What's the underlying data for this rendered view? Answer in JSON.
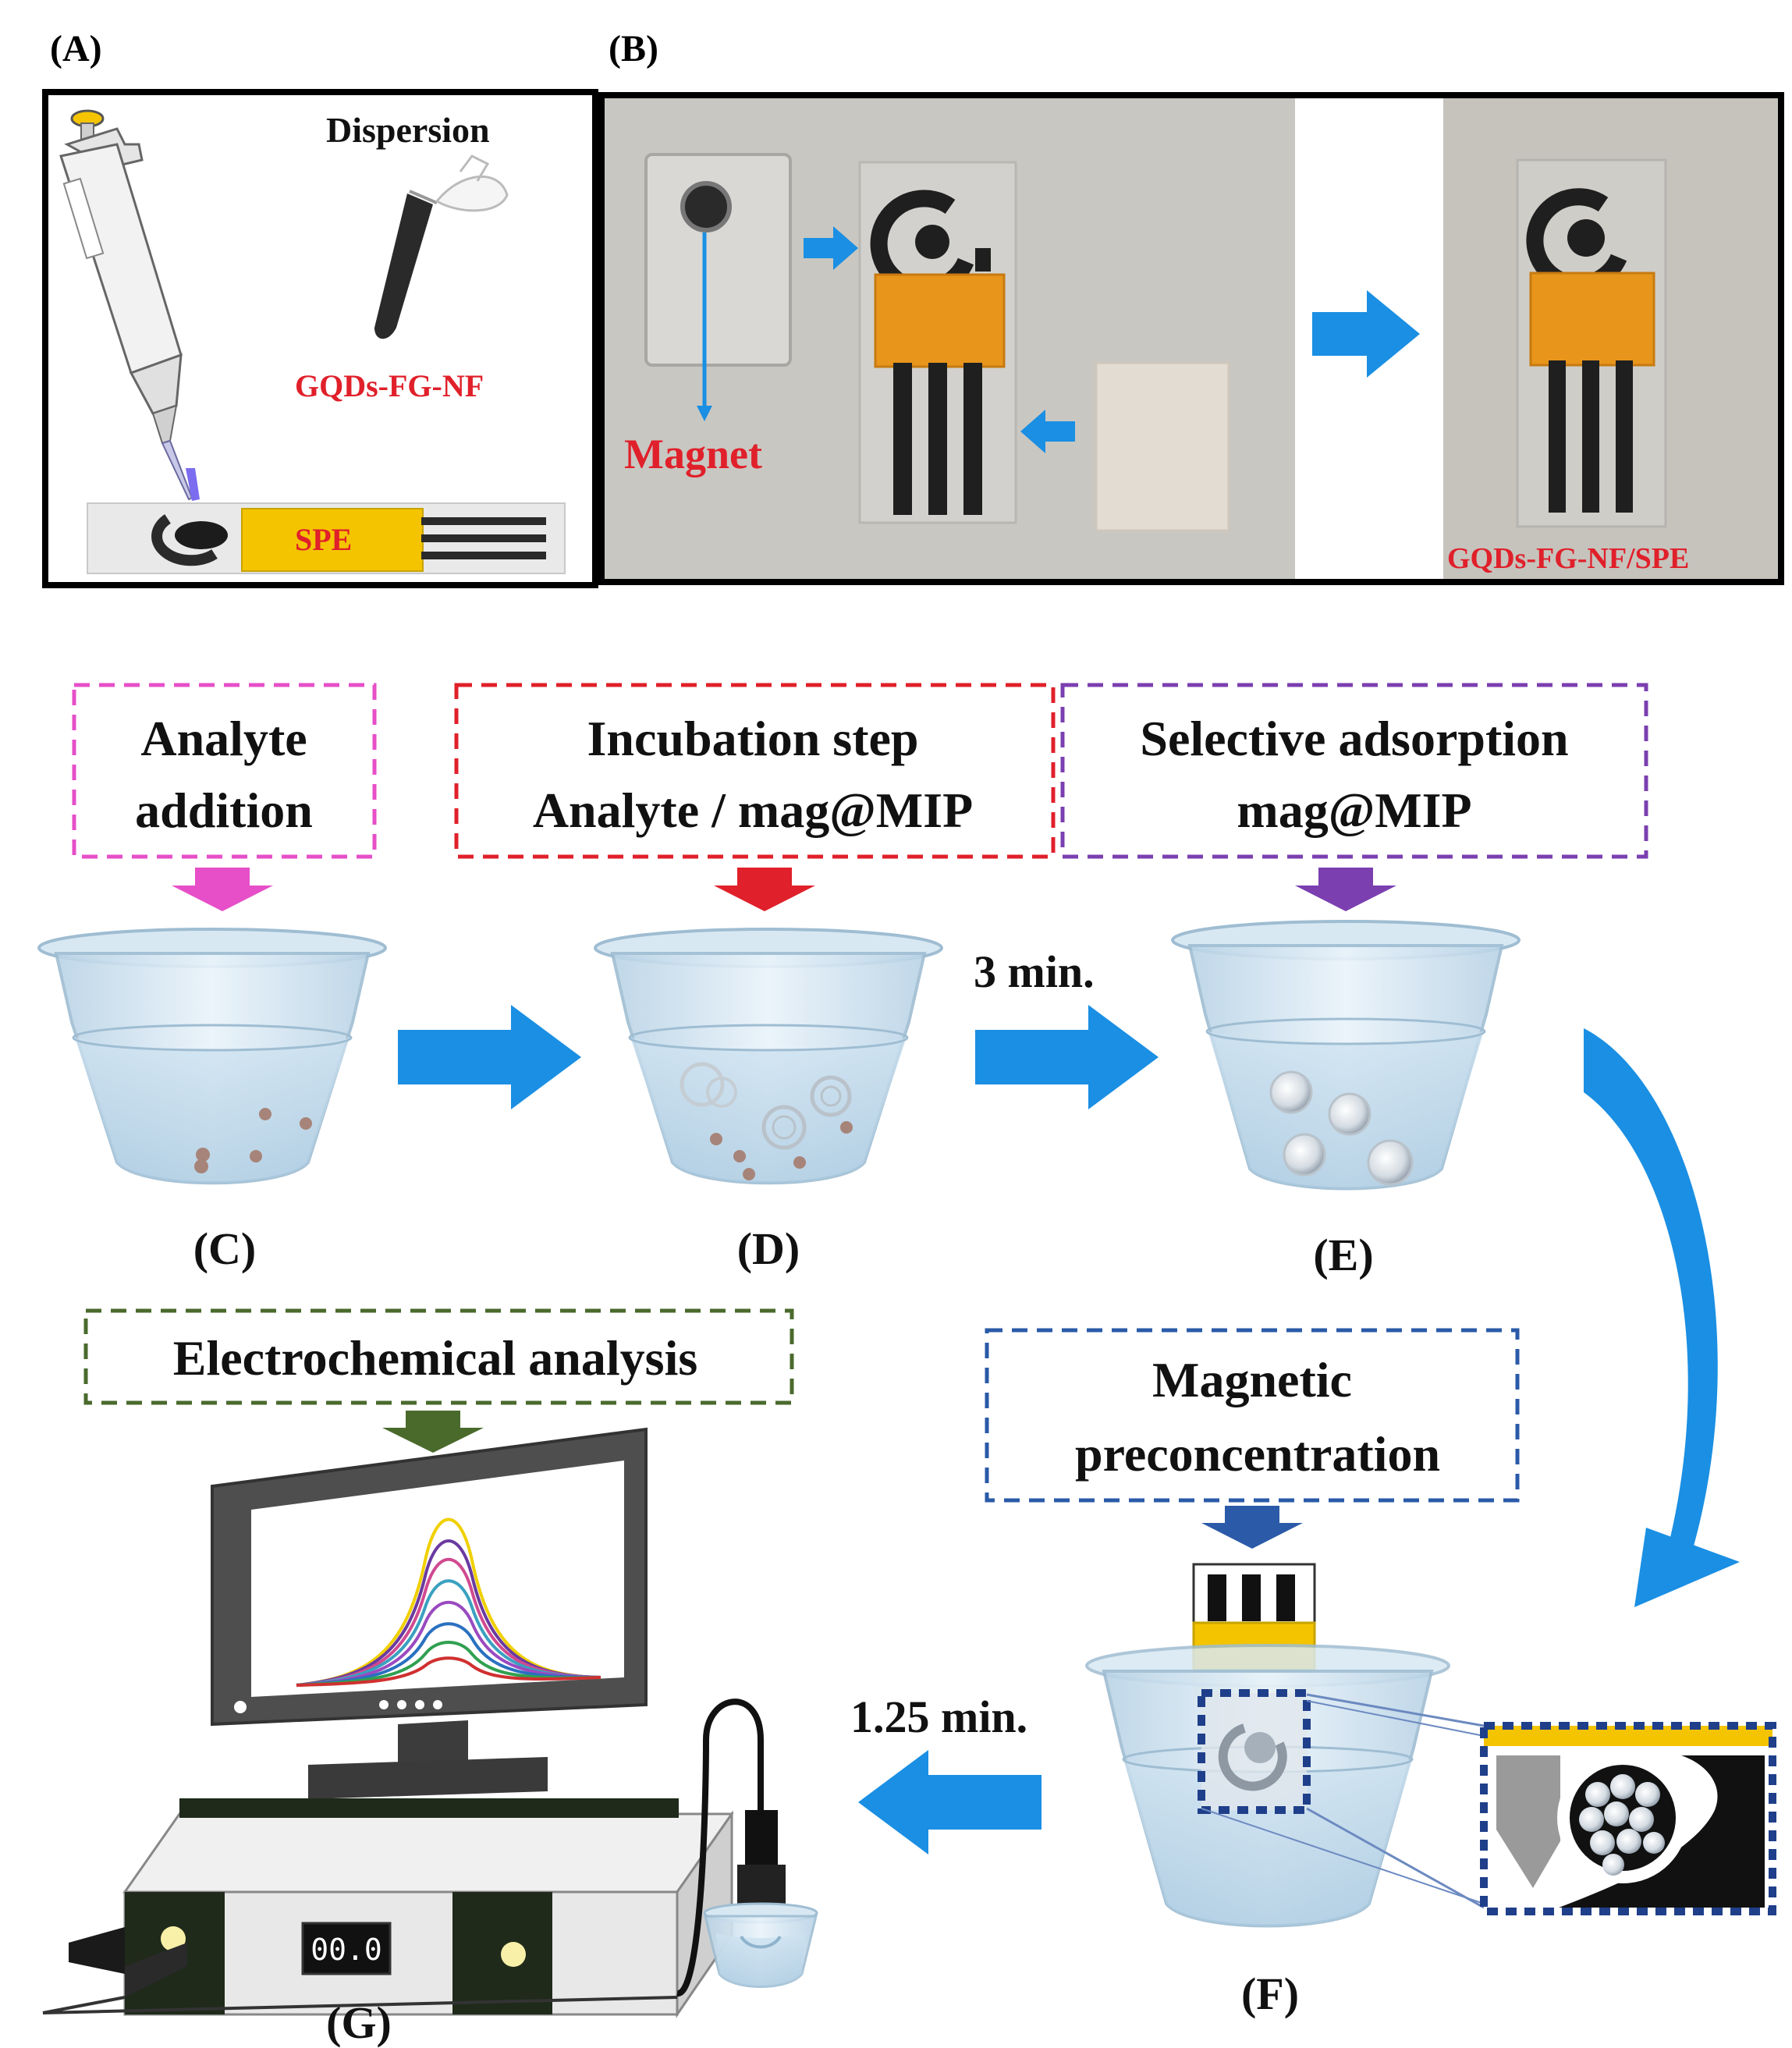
{
  "panel_labels": {
    "a": "(A)",
    "b": "(B)",
    "c": "(C)",
    "d": "(D)",
    "e": "(E)",
    "f": "(F)",
    "g": "(G)"
  },
  "panel_a": {
    "dispersion": "Dispersion",
    "material": "GQDs-FG-NF",
    "electrode": "SPE"
  },
  "panel_b": {
    "magnet": "Magnet",
    "result": "GQDs-FG-NF/SPE"
  },
  "steps": {
    "analyte_line1": "Analyte",
    "analyte_line2": "addition",
    "incubation_line1": "Incubation step",
    "incubation_line2": "Analyte / mag@MIP",
    "selective_line1": "Selective adsorption",
    "selective_line2": "mag@MIP",
    "magnetic_line1": "Magnetic",
    "magnetic_line2": "preconcentration",
    "electrochemical": "Electrochemical analysis"
  },
  "times": {
    "t1": "3 min.",
    "t2": "1.25 min."
  },
  "device": {
    "display": "00.0"
  },
  "colors": {
    "blue_arrow": "#1a8fe3",
    "red_text": "#e0202a",
    "magenta_box": "#e64fc8",
    "red_box": "#e0202a",
    "purple_box": "#7b3fb0",
    "green_box": "#4a6a2c",
    "navy_box": "#2a5aa8",
    "orange_tape": "#f0a020",
    "yellow": "#f4c400"
  }
}
